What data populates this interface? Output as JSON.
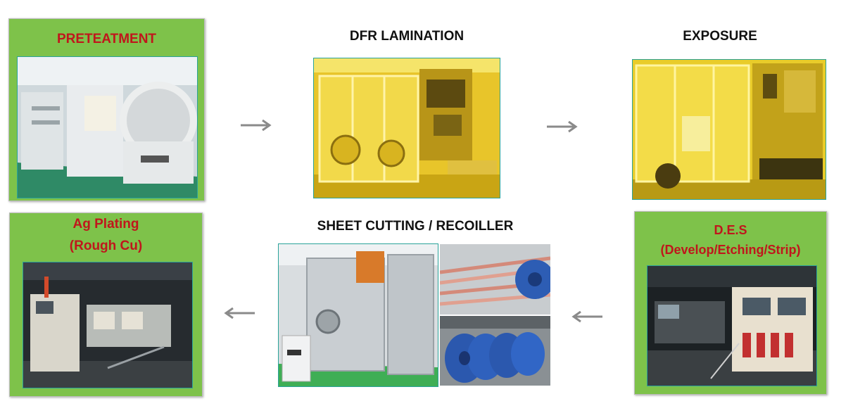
{
  "steps": {
    "pretreatment": {
      "title": "PRETEATMENT"
    },
    "dfr": {
      "title": "DFR LAMINATION"
    },
    "exposure": {
      "title": "EXPOSURE"
    },
    "des": {
      "title_line1": "D.E.S",
      "title_line2": "(Develop/Etching/Strip)"
    },
    "sheet": {
      "title": "SHEET CUTTING / RECOILLER"
    },
    "ag": {
      "title_line1": "Ag Plating",
      "title_line2": "(Rough Cu)"
    }
  },
  "colors": {
    "panel_green": "#7ec24a",
    "title_red": "#c0161c",
    "arrow_gray": "#8a8a8a",
    "photo_border": "#2aa39a"
  },
  "flow_arrows": [
    {
      "direction": "right"
    },
    {
      "direction": "right"
    },
    {
      "direction": "left"
    },
    {
      "direction": "left"
    }
  ]
}
